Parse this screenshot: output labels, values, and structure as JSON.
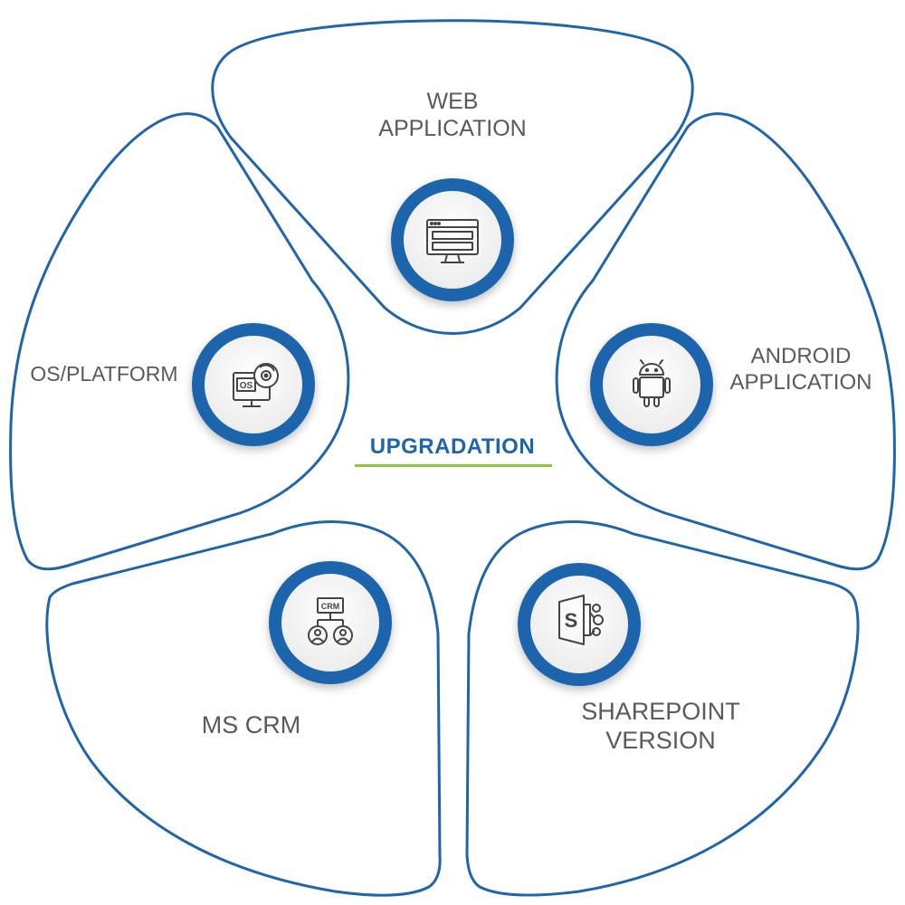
{
  "center": {
    "title": "UPGRADATION"
  },
  "segments": {
    "web": {
      "lines": [
        "WEB",
        "APPLICATION"
      ],
      "icon": "web-monitor-icon"
    },
    "android": {
      "lines": [
        "ANDROID",
        "APPLICATION"
      ],
      "icon": "android-robot-icon"
    },
    "sharepoint": {
      "lines": [
        "SHAREPOINT",
        "VERSION"
      ],
      "icon": "sharepoint-logo-icon",
      "logo_letter": "S"
    },
    "mscrm": {
      "lines": [
        "MS CRM"
      ],
      "icon": "crm-org-chart-icon",
      "badge_text": "CRM"
    },
    "os": {
      "lines": [
        "OS/PLATFORM"
      ],
      "icon": "os-disc-monitor-icon",
      "badge_text": "OS"
    }
  },
  "colors": {
    "accent": "#1f65ad",
    "underline": "#8dc63f",
    "text": "#5a5a5a",
    "icon": "#444444"
  }
}
